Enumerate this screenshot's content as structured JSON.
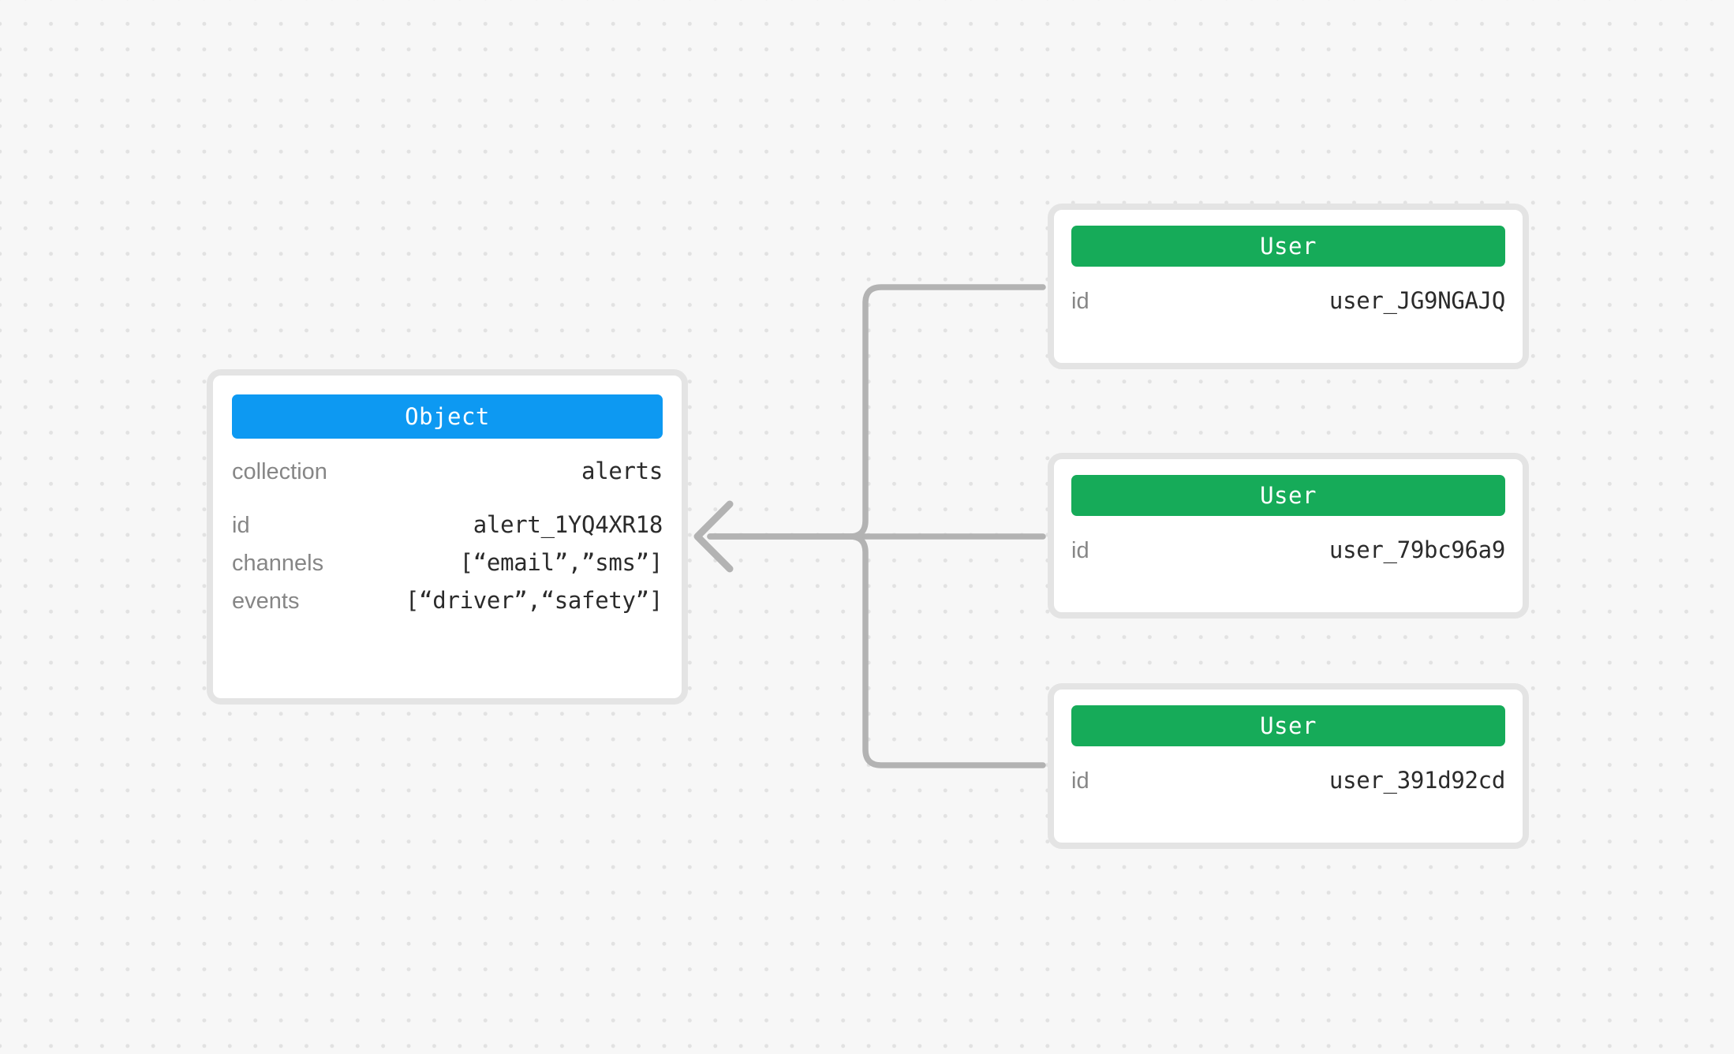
{
  "canvas": {
    "background_color": "#f7f7f7",
    "dot_color": "#e2e2e2",
    "edge_color": "#b3b3b3",
    "card_border_color": "#e4e4e4"
  },
  "nodes": {
    "object": {
      "type_label": "Object",
      "accent_color": "#0d99f2",
      "primary_fields": [
        {
          "key": "collection",
          "value": "alerts"
        }
      ],
      "fields": [
        {
          "key": "id",
          "value": "alert_1YQ4XR18"
        },
        {
          "key": "channels",
          "value": "[“email”,”sms”]"
        },
        {
          "key": "events",
          "value": "[“driver”,“safety”]"
        }
      ]
    },
    "users": [
      {
        "type_label": "User",
        "accent_color": "#16ab59",
        "fields": [
          {
            "key": "id",
            "value": "user_JG9NGAJQ"
          }
        ]
      },
      {
        "type_label": "User",
        "accent_color": "#16ab59",
        "fields": [
          {
            "key": "id",
            "value": "user_79bc96a9"
          }
        ]
      },
      {
        "type_label": "User",
        "accent_color": "#16ab59",
        "fields": [
          {
            "key": "id",
            "value": "user_391d92cd"
          }
        ]
      }
    ]
  },
  "edges": [
    {
      "from": "user-1",
      "to": "object",
      "style": "orthogonal"
    },
    {
      "from": "user-2",
      "to": "object",
      "style": "straight"
    },
    {
      "from": "user-3",
      "to": "object",
      "style": "orthogonal"
    }
  ]
}
